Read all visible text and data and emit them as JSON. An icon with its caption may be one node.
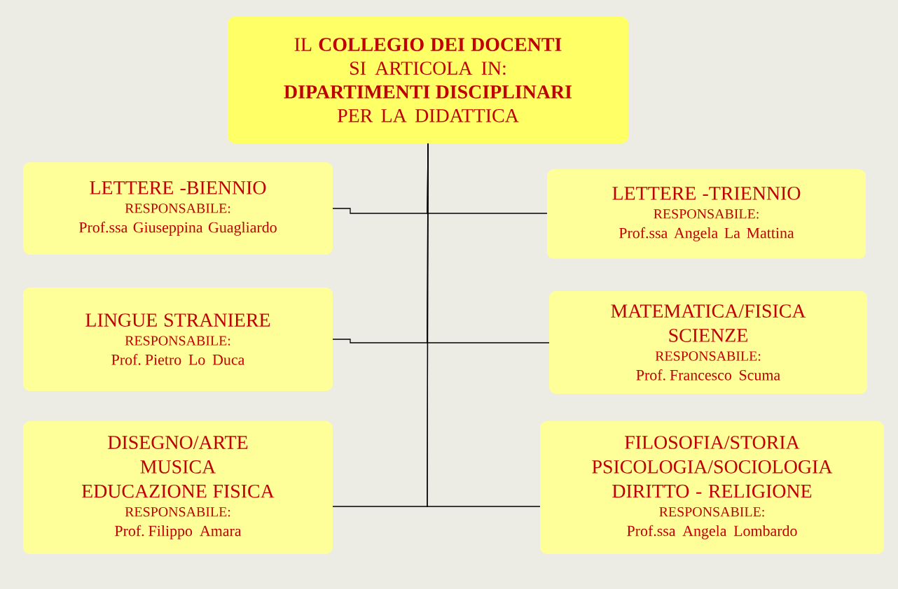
{
  "diagram": {
    "nodes": [
      {
        "text": [
          "IL **COLLEGIO DEI DOCENTI**",
          "SI ARTICOLA IN:",
          "DIPARTIMENTI DISCIPLINARI",
          "PER LA DIDATTICA"
        ]
      },
      {
        "text": [
          "LETTERE -BIENNIO",
          "RESPONSABILE:",
          "Prof.ssa Giuseppina Guagliardo"
        ]
      },
      {
        "text": [
          "LINGUE STRANIERE",
          "RESPONSABILE:",
          "Prof. Pietro Lo Duca"
        ]
      },
      {
        "text": [
          "DISEGNO/ARTE",
          "MUSICA",
          "EDUCAZIONE FISICA",
          "RESPONSABILE:",
          "Prof. Filippo Amara"
        ]
      },
      {
        "text": [
          "LETTERE -TRIENNIO",
          "RESPONSABILE:",
          "Prof.ssa Angela La Mattina"
        ]
      },
      {
        "text": [
          "MATEMATICA/FISICA",
          "SCIENZE",
          "RESPONSABILE:",
          "Prof. Francesco Scuma"
        ]
      },
      {
        "text": [
          "FILOSOFIA/STORIA",
          "PSICOLOGIA/SOCIOLOGIA",
          "DIRITTO - RELIGIONE",
          "RESPONSABILE:",
          "Prof.ssa Angela Lombardo"
        ]
      }
    ],
    "edges": [
      {
        "from": 0,
        "to": 1,
        "arrow": "none"
      },
      {
        "from": 0,
        "to": 2,
        "arrow": "none"
      },
      {
        "from": 0,
        "to": 3,
        "arrow": "none"
      },
      {
        "from": 0,
        "to": 4,
        "arrow": "none"
      },
      {
        "from": 0,
        "to": 5,
        "arrow": "none"
      },
      {
        "from": 0,
        "to": 6,
        "arrow": "none"
      }
    ]
  }
}
